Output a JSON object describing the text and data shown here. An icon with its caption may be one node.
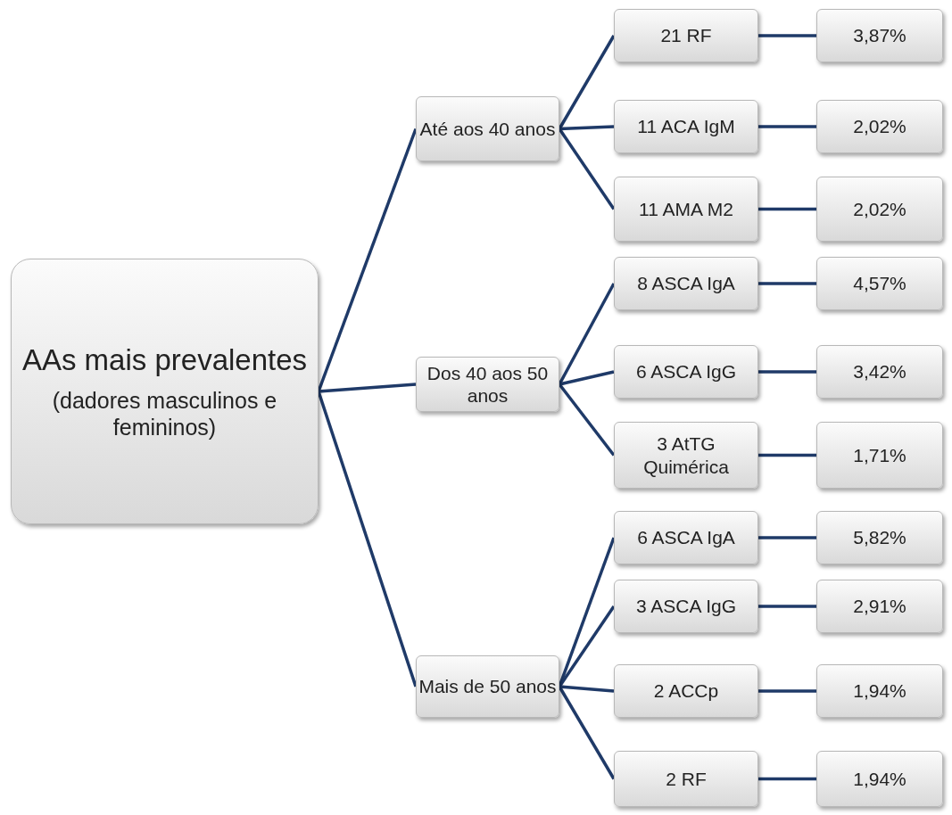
{
  "diagram": {
    "nodes": [
      {
        "text": [
          "AAs mais prevalentes",
          "(dadores masculinos e femininos)"
        ]
      },
      {
        "text": [
          "Até aos 40 anos"
        ]
      },
      {
        "text": [
          "21 RF"
        ]
      },
      {
        "text": [
          "3,87%"
        ]
      },
      {
        "text": [
          "11 ACA IgM"
        ]
      },
      {
        "text": [
          "2,02%"
        ]
      },
      {
        "text": [
          "11 AMA M2"
        ]
      },
      {
        "text": [
          "2,02%"
        ]
      },
      {
        "text": [
          "Dos 40 aos 50 anos"
        ]
      },
      {
        "text": [
          "8 ASCA IgA"
        ]
      },
      {
        "text": [
          "4,57%"
        ]
      },
      {
        "text": [
          "6 ASCA IgG"
        ]
      },
      {
        "text": [
          "3,42%"
        ]
      },
      {
        "text": [
          "3 AtTG Quimérica"
        ]
      },
      {
        "text": [
          "1,71%"
        ]
      },
      {
        "text": [
          "Mais de 50 anos"
        ]
      },
      {
        "text": [
          "6 ASCA IgA"
        ]
      },
      {
        "text": [
          "5,82%"
        ]
      },
      {
        "text": [
          "3 ASCA IgG"
        ]
      },
      {
        "text": [
          "2,91%"
        ]
      },
      {
        "text": [
          "2 ACCp"
        ]
      },
      {
        "text": [
          "1,94%"
        ]
      },
      {
        "text": [
          "2 RF"
        ]
      },
      {
        "text": [
          "1,94%"
        ]
      }
    ],
    "edges": [
      {
        "from": 0,
        "to": 1,
        "arrow": "none"
      },
      {
        "from": 0,
        "to": 8,
        "arrow": "none"
      },
      {
        "from": 0,
        "to": 15,
        "arrow": "none"
      },
      {
        "from": 1,
        "to": 2,
        "arrow": "none"
      },
      {
        "from": 1,
        "to": 4,
        "arrow": "none"
      },
      {
        "from": 1,
        "to": 6,
        "arrow": "none"
      },
      {
        "from": 2,
        "to": 3,
        "arrow": "none"
      },
      {
        "from": 4,
        "to": 5,
        "arrow": "none"
      },
      {
        "from": 6,
        "to": 7,
        "arrow": "none"
      },
      {
        "from": 8,
        "to": 9,
        "arrow": "none"
      },
      {
        "from": 8,
        "to": 11,
        "arrow": "none"
      },
      {
        "from": 8,
        "to": 13,
        "arrow": "none"
      },
      {
        "from": 9,
        "to": 10,
        "arrow": "none"
      },
      {
        "from": 11,
        "to": 12,
        "arrow": "none"
      },
      {
        "from": 13,
        "to": 14,
        "arrow": "none"
      },
      {
        "from": 15,
        "to": 16,
        "arrow": "none"
      },
      {
        "from": 15,
        "to": 18,
        "arrow": "none"
      },
      {
        "from": 15,
        "to": 20,
        "arrow": "none"
      },
      {
        "from": 15,
        "to": 22,
        "arrow": "none"
      },
      {
        "from": 16,
        "to": 17,
        "arrow": "none"
      },
      {
        "from": 18,
        "to": 19,
        "arrow": "none"
      },
      {
        "from": 20,
        "to": 21,
        "arrow": "none"
      },
      {
        "from": 22,
        "to": 23,
        "arrow": "none"
      }
    ]
  }
}
